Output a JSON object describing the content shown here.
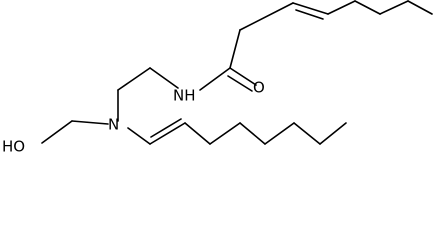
{
  "diagram": {
    "type": "skeletal-structure",
    "labels": {
      "nh": "NH",
      "o": "O",
      "n": "N",
      "ho": "HO"
    },
    "colors": {
      "bond": "#000000",
      "background": "#ffffff"
    }
  }
}
